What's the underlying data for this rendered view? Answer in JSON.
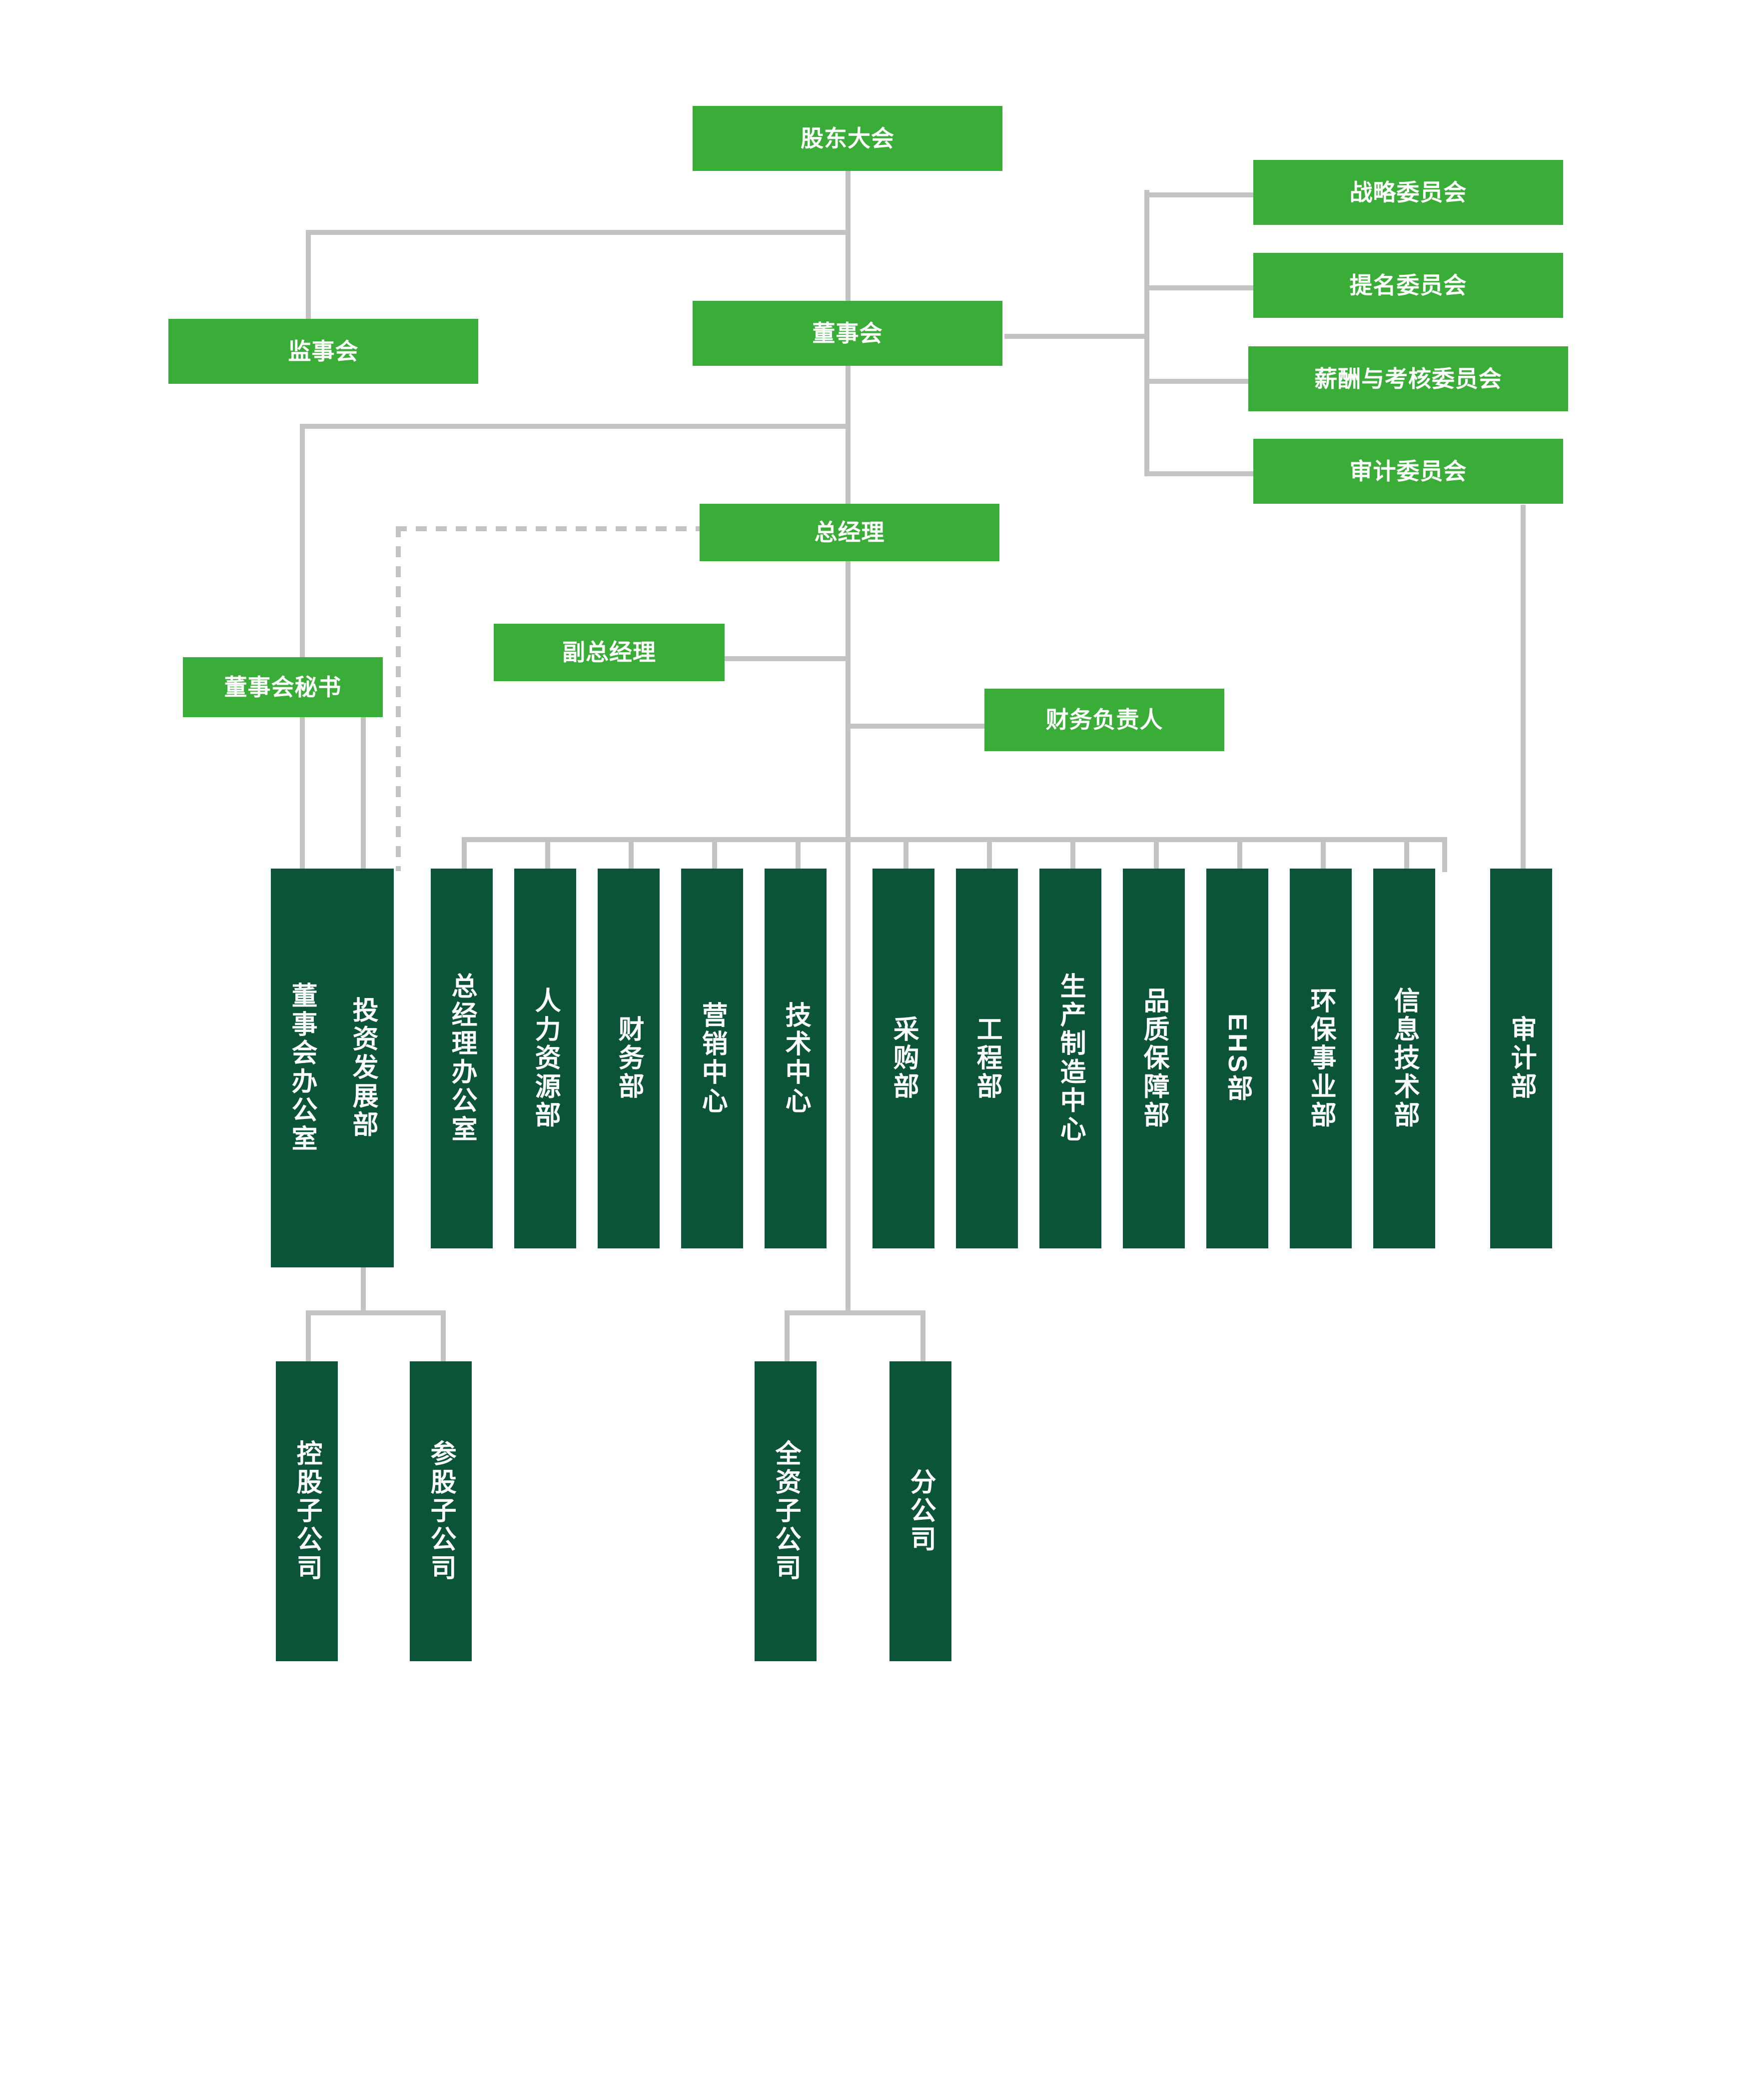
{
  "chart_title": "",
  "colors": {
    "level1_box": "#3AAC38",
    "department_box": "#0B5437",
    "connector": "#C3C3C3",
    "text": "#FFFFFF",
    "background": "#FFFFFF"
  },
  "governance": {
    "shareholders_meeting": "股东大会",
    "board_of_directors": "董事会",
    "board_of_supervisors": "监事会",
    "board_secretary": "董事会秘书"
  },
  "committees": [
    {
      "label": "战略委员会"
    },
    {
      "label": "提名委员会"
    },
    {
      "label": "薪酬与考核委员会"
    },
    {
      "label": "审计委员会"
    }
  ],
  "management": {
    "general_manager": "总经理",
    "deputy_general_manager": "副总经理",
    "finance_officer": "财务负责人"
  },
  "departments": [
    {
      "label": "董事会办公室"
    },
    {
      "label": "投资发展部"
    },
    {
      "label": "总经理办公室"
    },
    {
      "label": "人力资源部"
    },
    {
      "label": "财务部"
    },
    {
      "label": "营销中心"
    },
    {
      "label": "技术中心"
    },
    {
      "label": "采购部"
    },
    {
      "label": "工程部"
    },
    {
      "label": "生产制造中心"
    },
    {
      "label": "品质保障部"
    },
    {
      "label": "EHS部"
    },
    {
      "label": "环保事业部"
    },
    {
      "label": "信息技术部"
    },
    {
      "label": "审计部"
    }
  ],
  "subsidiaries_left": [
    {
      "label": "控股子公司"
    },
    {
      "label": "参股子公司"
    }
  ],
  "subsidiaries_right": [
    {
      "label": "全资子公司"
    },
    {
      "label": "分公司"
    }
  ]
}
